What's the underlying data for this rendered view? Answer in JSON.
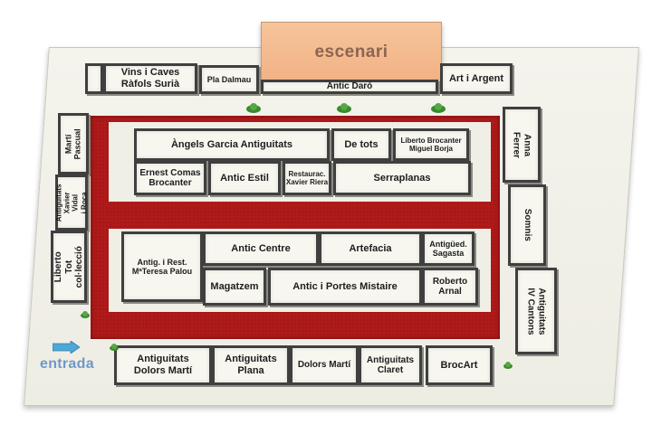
{
  "plan": {
    "stage_label": "escenari",
    "entrance_label": "entrada",
    "colors": {
      "carpet": "#b01a1a",
      "stage": "#f4b98e",
      "entrance_arrow": "#4fa7d6",
      "plant": "#3a8a2e"
    },
    "stands": {
      "vins_caves": "Vins i Caves\nRàfols Surià",
      "pla_dalmau": "Pla Dalmau",
      "antic_daro": "Antic Daró",
      "art_argent": "Art i Argent",
      "marti_pascual": "Martí Pascual",
      "xavier_vidal": "Antiguitats\nXavier Vidal\ni Roca",
      "liberto_tot": "Liberto\nTot col·lecció",
      "anna_ferrer": "Anna Ferrer",
      "somnis": "Somnis",
      "iv_cantons": "Antiguitats\nIV Cantons",
      "angels_garcia": "Àngels Garcia Antiguitats",
      "de_tots": "De tots",
      "liberto_brocanter": "Liberto Brocanter\nMiguel Borja",
      "ernest_comas": "Ernest Comas\nBrocanter",
      "antic_estil": "Antic Estil",
      "restaurac_riera": "Restaurac.\nXavier Riera",
      "serraplanas": "Serraplanas",
      "teresa_palou": "Antig. i Rest.\nMªTeresa Palou",
      "antic_centre": "Antic Centre",
      "artefacia": "Artefacia",
      "sagasta": "Antigüed.\nSagasta",
      "magatzem": "Magatzem",
      "portes_mistaire": "Antic i Portes Mistaire",
      "roberto_arnal": "Roberto\nArnal",
      "dolors_marti_ant": "Antiguitats\nDolors Martí",
      "plana": "Antiguitats\nPlana",
      "dolors_marti": "Dolors Martí",
      "claret": "Antiguitats\nClaret",
      "brocart": "BrocArt"
    }
  }
}
